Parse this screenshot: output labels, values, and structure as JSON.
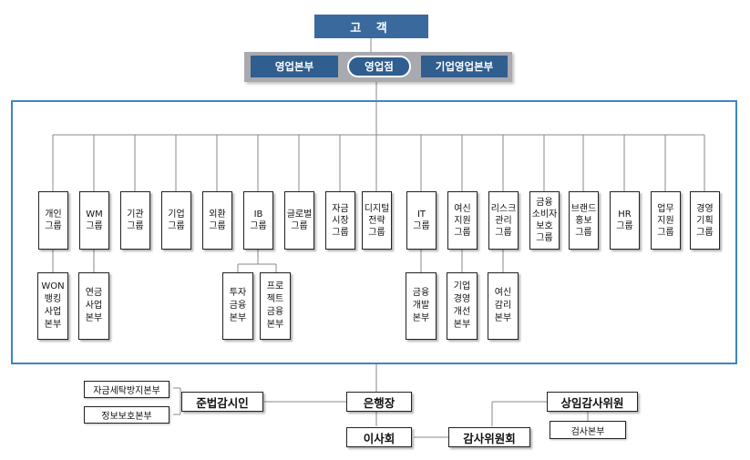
{
  "customer": "고 객",
  "sales": {
    "left": "영업본부",
    "center": "영업점",
    "right": "기업영업본부"
  },
  "groups": [
    "개인\n그룹",
    "WM\n그룹",
    "기관\n그룹",
    "기업\n그룹",
    "외환\n그룹",
    "IB\n그룹",
    "글로벌\n그룹",
    "자금\n시장\n그룹",
    "디지털\n전략\n그룹",
    "IT\n그룹",
    "여신\n지원\n그룹",
    "리스크\n관리\n그룹",
    "금융\n소비자\n보호\n그룹",
    "브랜드\n홍보\n그룹",
    "HR\n그룹",
    "업무\n지원\n그룹",
    "경영\n기획\n그룹"
  ],
  "subunits": [
    "WON\n뱅킹\n사업\n본부",
    "연금\n사업\n본부",
    "투자\n금융\n본부",
    "프로\n젝트\n금융\n본부",
    "금융\n개발\n본부",
    "기업\n경영\n개선\n본부",
    "여신\n감리\n본부"
  ],
  "governance": {
    "bank": "은행장",
    "board": "이사회",
    "audit_committee": "감사위원회",
    "standing_auditor": "상임감사위원",
    "audit_division": "검사본부",
    "compliance": "준법감시인",
    "aml": "자금세탁방지본부",
    "infosec": "정보보호본부"
  }
}
